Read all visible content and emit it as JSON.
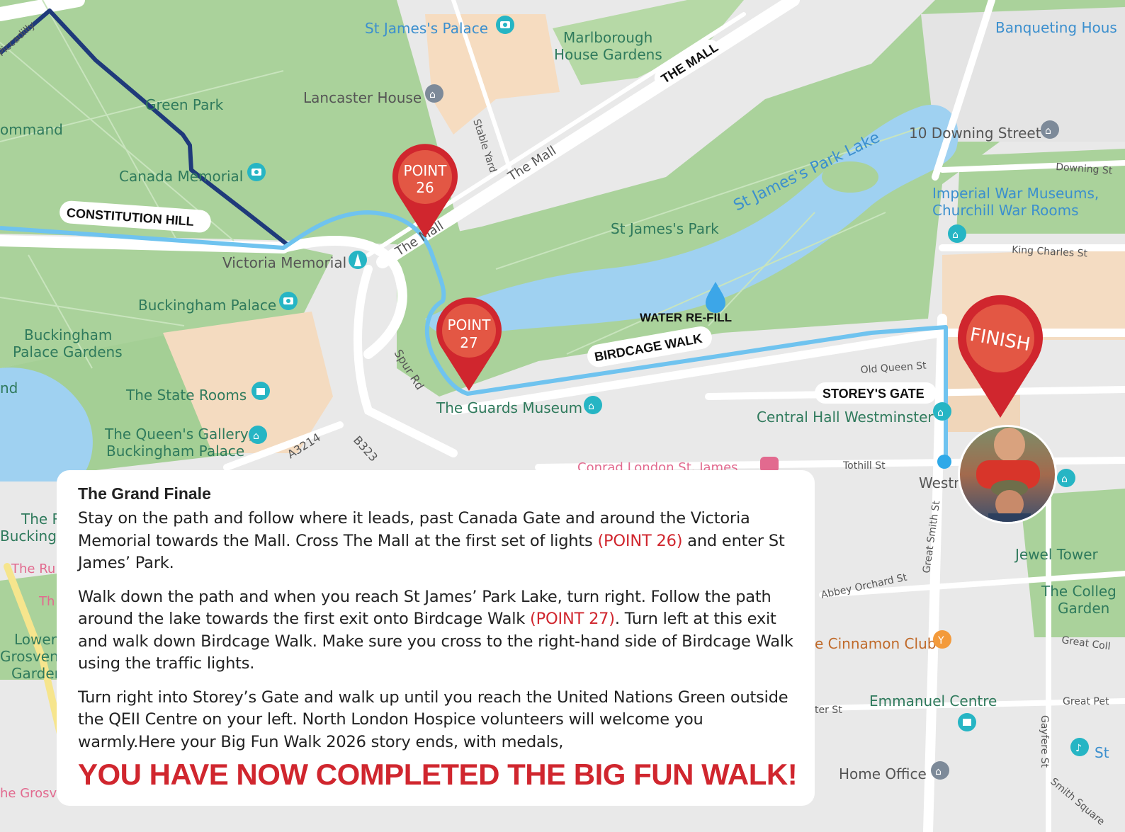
{
  "map": {
    "place_labels": {
      "st_james_palace": "St James's Palace",
      "marlborough_house_gardens": "Marlborough\nHouse Gardens",
      "banqueting_house": "Banqueting Hous",
      "lancaster_house": "Lancaster House",
      "green_park": "Green Park",
      "ommand": "ommand",
      "canada_memorial": "Canada Memorial",
      "ten_downing_street": "10 Downing Street",
      "downing_st": "Downing St",
      "imperial_war_museums": "Imperial War Museums,\nChurchill War Rooms",
      "king_charles_st": "King Charles St",
      "st_james_park": "St James's Park",
      "st_james_park_lake": "St James's Park Lake",
      "victoria_memorial": "Victoria Memorial",
      "buckingham_palace": "Buckingham Palace",
      "buckingham_palace_gardens": "Buckingham\nPalace Gardens",
      "the_state_rooms": "The State Rooms",
      "queens_gallery": "The Queen's Gallery,\nBuckingham Palace",
      "the_guards_museum": "The Guards Museum",
      "central_hall_westminster": "Central Hall Westminster",
      "conrad_london": "Conrad London St. James",
      "old_queen_st": "Old Queen St",
      "tothill_st": "Tothill St",
      "westm": "Westm",
      "jewel_tower": "Jewel Tower",
      "the_college_garden": "The Colleg\nGarden",
      "great_college": "Great Coll",
      "abbey_orchard_st": "Abbey Orchard St",
      "great_smith_st": "Great Smith St",
      "cinnamon_club": "e Cinnamon Club",
      "emmanuel_centre": "Emmanuel Centre",
      "great_peter": "Great Pet",
      "home_office": "Home Office",
      "gayfere_st": "Gayfere St",
      "smith_square": "Smith Square",
      "st": "St",
      "stable_yard": "Stable Yard",
      "the_mall_road": "The Mall",
      "spur_rd": "Spur Rd",
      "a3214": "A3214",
      "b323": "B323",
      "nd": "nd",
      "the_r_bucking": "The R\nBucking",
      "the_ru": "The Ru",
      "th": "Th",
      "lower_grosvenor": "Lower\nGrosven\nGarden",
      "the_grosv": "he Grosv",
      "ter_st": "ter St",
      "rd": "Rd",
      "y": "y",
      "piccadilly": "Piccadilly"
    },
    "route_tags": {
      "the_mall": "THE MALL",
      "constitution_hill": "CONSTITUTION HILL",
      "birdcage_walk": "BIRDCAGE WALK",
      "storeys_gate": "STOREY'S GATE",
      "water_refill": "WATER RE-FILL"
    },
    "markers": {
      "point26": {
        "line1": "POINT",
        "line2": "26"
      },
      "point27": {
        "line1": "POINT",
        "line2": "27"
      },
      "finish": "FINISH"
    },
    "icons": [
      "camera-icon",
      "museum-icon",
      "water-drop-icon",
      "finish-photo"
    ],
    "colors": {
      "park": "#aad29b",
      "water": "#9fd1f1",
      "route": "#6fc3ef",
      "previous_route": "#1f3a7a",
      "marker_red": "#d0262e"
    }
  },
  "card": {
    "title": "The Grand Finale",
    "p1_a": "Stay on the path and follow where it leads, past Canada Gate and around the Victoria Memorial towards the Mall. Cross The Mall at the first set of lights ",
    "p1_highlight": "(POINT 26)",
    "p1_b": " and enter St James’ Park.",
    "p2_a": "Walk down the path and when you reach St James’ Park Lake, turn right. Follow the path around the lake towards the first exit onto Birdcage Walk ",
    "p2_highlight": "(POINT 27)",
    "p2_b": ". Turn left at this exit and walk down Birdcage Walk. Make sure you cross to the right-hand side of Birdcage Walk using the traffic lights.",
    "p3": "Turn right into Storey’s Gate and walk up until you reach the United Nations Green outside the QEII Centre on your left. North London Hospice volunteers will welcome you warmly.Here your Big Fun Walk 2026 story ends, with medals,",
    "banner": "YOU HAVE NOW COMPLETED THE BIG FUN WALK!"
  }
}
